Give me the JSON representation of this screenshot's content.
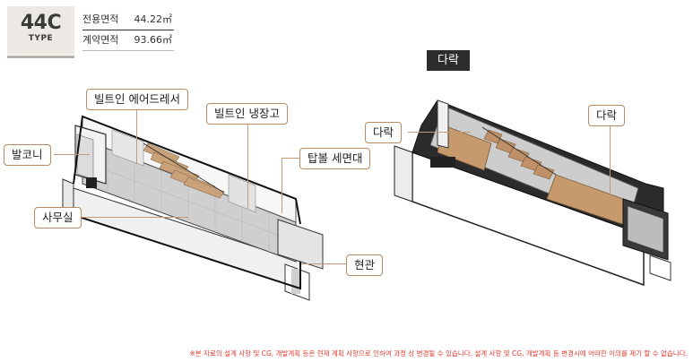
{
  "type_box": {
    "code": "44C",
    "label": "TYPE"
  },
  "areas": [
    {
      "label": "전용면적",
      "value": "44.22㎡"
    },
    {
      "label": "계약면적",
      "value": "93.66㎡"
    }
  ],
  "loft_title": "다락",
  "labels": {
    "builtin_airdresser": "빌트인 에어드레서",
    "builtin_fridge": "빌트인 냉장고",
    "balcony": "발코니",
    "sink": "탑볼 세면대",
    "office": "사무실",
    "entrance": "현관",
    "loft_left": "다락",
    "loft_right": "다락"
  },
  "colors": {
    "accent": "#b98b62",
    "notice": "#e23a2e"
  },
  "notice": "※본 자료의 설계 사항 및 CG, 개발계획 등은 현재 계획 사항으로 인하여 과정 상 변경될 수 있습니다.  설계 사항 및 CG, 개발계획 등 변경시에 어떠한 이의를 제기 할 수 없습니다."
}
